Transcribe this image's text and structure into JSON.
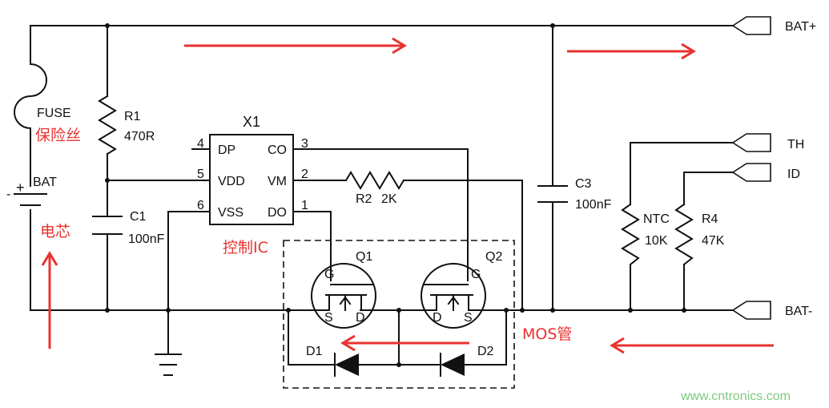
{
  "terminals": {
    "bat_plus": "BAT+",
    "bat_minus": "BAT-",
    "th": "TH",
    "id": "ID"
  },
  "fuse": {
    "label": "FUSE",
    "caption": "保险丝"
  },
  "cell": {
    "label": "BAT",
    "caption": "电芯",
    "plus": "+",
    "minus": "-"
  },
  "r1": {
    "ref": "R1",
    "value": "470R"
  },
  "c1": {
    "ref": "C1",
    "value": "100nF"
  },
  "ic": {
    "ref": "X1",
    "caption": "控制IC",
    "pins": [
      {
        "num": "4",
        "name": "DP"
      },
      {
        "num": "5",
        "name": "VDD"
      },
      {
        "num": "6",
        "name": "VSS"
      },
      {
        "num": "3",
        "name": "CO"
      },
      {
        "num": "2",
        "name": "VM"
      },
      {
        "num": "1",
        "name": "DO"
      }
    ]
  },
  "r2": {
    "ref": "R2",
    "value": "2K"
  },
  "q1": {
    "ref": "Q1",
    "g": "G",
    "s": "S",
    "d": "D"
  },
  "q2": {
    "ref": "Q2",
    "g": "G",
    "s": "S",
    "d": "D"
  },
  "d1": {
    "ref": "D1"
  },
  "d2": {
    "ref": "D2"
  },
  "mos_caption": "MOS管",
  "c3": {
    "ref": "C3",
    "value": "100nF"
  },
  "ntc": {
    "ref": "NTC",
    "value": "10K"
  },
  "r4": {
    "ref": "R4",
    "value": "47K"
  },
  "watermark": "www.cntronics.com",
  "colors": {
    "wire": "#111111",
    "annotation": "#e8322f",
    "watermark": "#7fc97f"
  }
}
